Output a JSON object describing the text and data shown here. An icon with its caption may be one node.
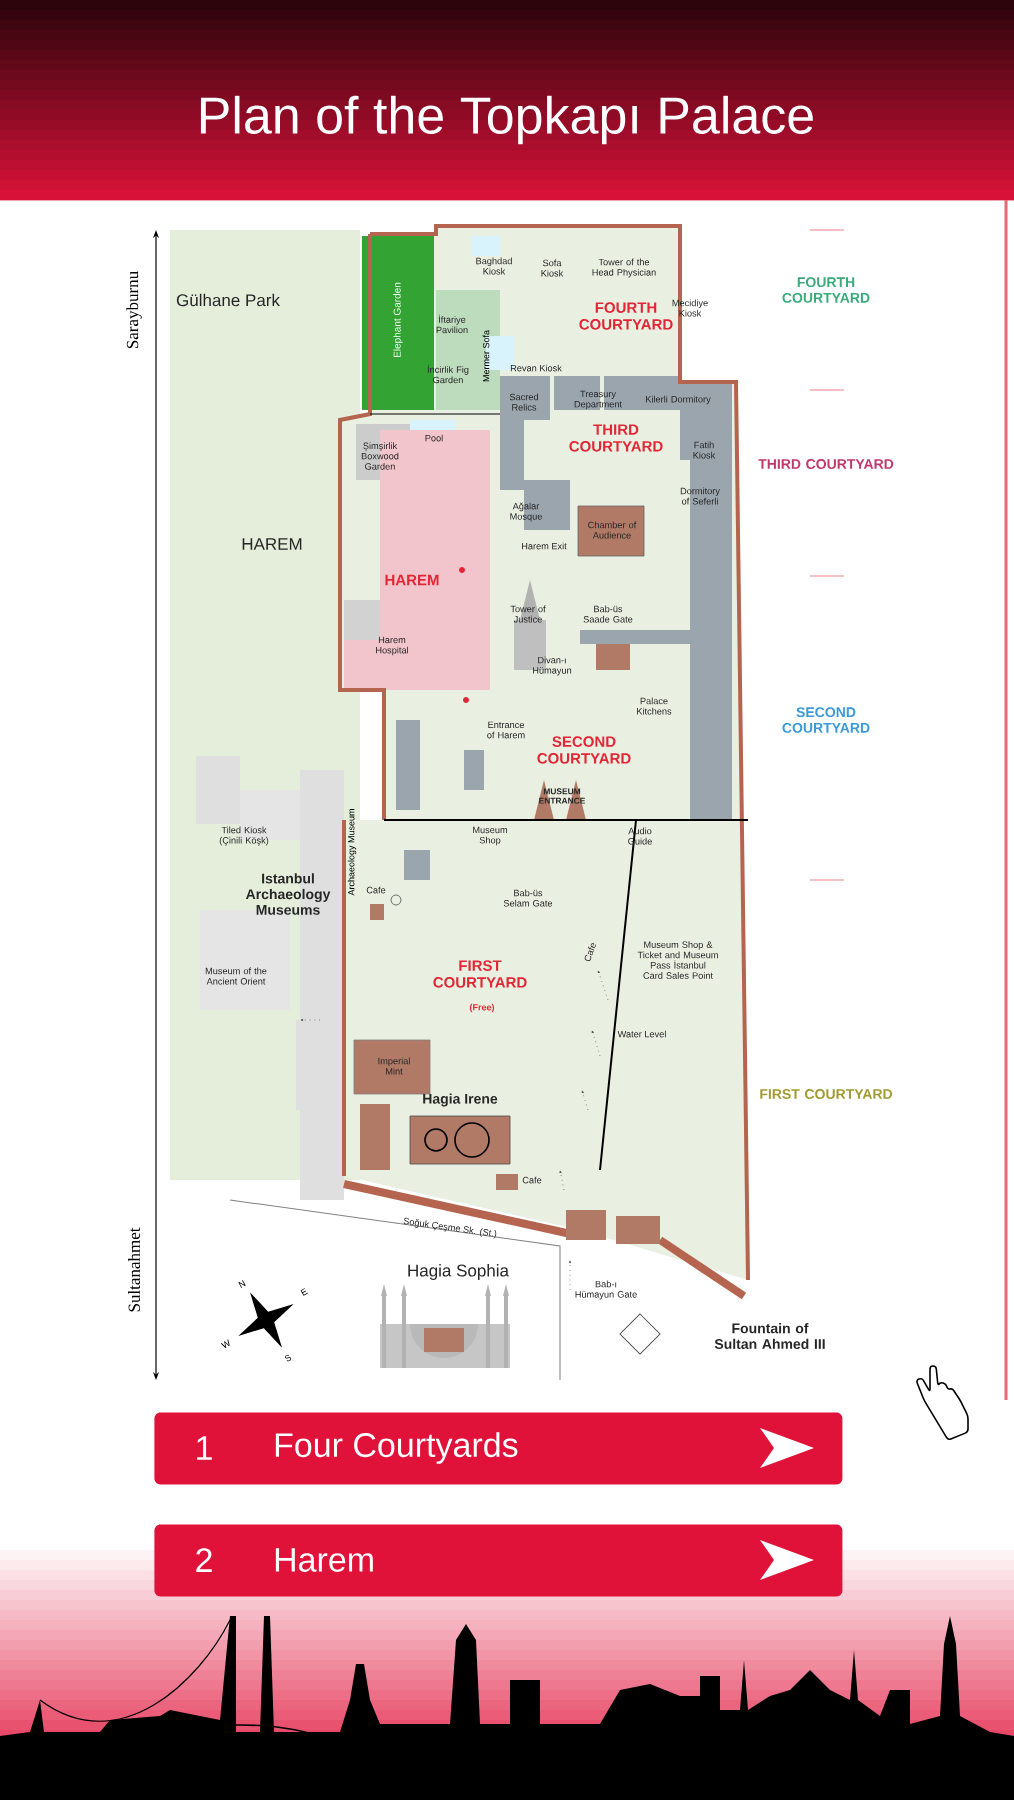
{
  "diagram": {
    "title": "Plan of the Topkapı Palace",
    "nodes": [
      {
        "text": [
          "1",
          "Four Courtyards"
        ]
      },
      {
        "text": [
          "2",
          "Harem"
        ]
      }
    ],
    "labels": [
      "Sarayburnu",
      "Gülhane Park",
      "Elephant Garden",
      "Baghdad Kiosk",
      "Sofa Kiosk",
      "Tower of the Head Physician",
      "FOURTH COURTYARD",
      "Mecidiye Kiosk",
      "Revan Kiosk",
      "Sacred Relics",
      "Treasury Department",
      "Kilerli Dormitory",
      "THIRD COURTYARD",
      "Fatih Kiosk",
      "Dormitory of Seferli",
      "Şimşirlik Boxwood Garden",
      "Pool",
      "Ağalar Mosque",
      "Chamber of Audience",
      "HAREM",
      "Harem Exit",
      "HAREM",
      "Tower of Justice",
      "Bab-üs Saade Gate",
      "Harem Hospital",
      "Divan-ı Hümayun",
      "Palace Kitchens",
      "Entrance of Harem",
      "SECOND COURTYARD",
      "MUSEUM ENTRANCE",
      "Museum Shop",
      "Audio Guide",
      "Tiled Kiosk (Çinili Köşk)",
      "Istanbul Archaeology Museums",
      "Archaeology Museum",
      "Museum of the Ancient Orient",
      "Cafe",
      "Bab-üs Selam Gate",
      "Cafe",
      "Museum Shop & Ticket and Museum Pass İstanbul Card Sales Point",
      "FIRST COURTYARD",
      "(Free)",
      "Water Level",
      "Imperial Mint",
      "Hagia Irene",
      "Cafe",
      "Soğuk Çeşme Sk. (St.)",
      "Hagia Sophia",
      "Bab-ı Hümayun Gate",
      "Fountain of Sultan Ahmed III",
      "Sultanahmet",
      "N",
      "E",
      "S",
      "W",
      "FOURTH COURTYARD",
      "THIRD COURTYARD",
      "SECOND COURTYARD",
      "FIRST COURTYARD",
      "İftariye Pavilion",
      "İncirlik Fig Garden",
      "Mermer Sofa"
    ]
  }
}
